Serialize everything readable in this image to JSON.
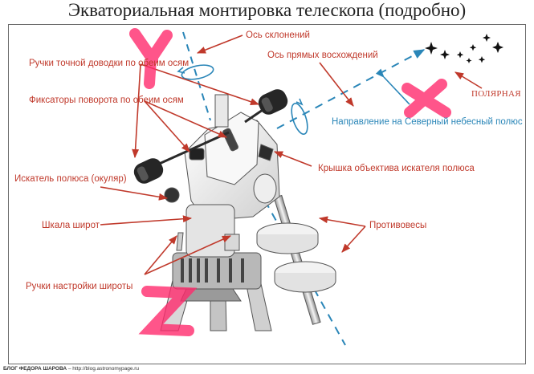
{
  "title": "Экваториальная монтировка телескопа (подробно)",
  "labels": {
    "declination_axis": "Ось склонений",
    "fine_adjust_knobs": "Ручки точной доводки по обеим осям",
    "ra_axis": "Ось прямых восхождений",
    "clamps": "Фиксаторы поворота по обеим осям",
    "north_pole_direction": "Направление на Северный небесный полюс",
    "polaris": "ПОЛЯРНАЯ",
    "polar_scope_cap": "Крышка объектива искателя полюса",
    "polar_scope": "Искатель полюса (окуляр)",
    "latitude_scale": "Шкала широт",
    "counterweights": "Противовесы",
    "latitude_knobs": "Ручки настройки широты"
  },
  "footer": {
    "blog": "БЛОГ ФЕДОРА ШАРОВА",
    "url": "–  http://blog.astronomypage.ru"
  },
  "colors": {
    "label_red": "#c0392b",
    "label_blue": "#2a86b8",
    "axis_blue": "#2a86b8",
    "marker_pink": "#ff2a6d"
  }
}
